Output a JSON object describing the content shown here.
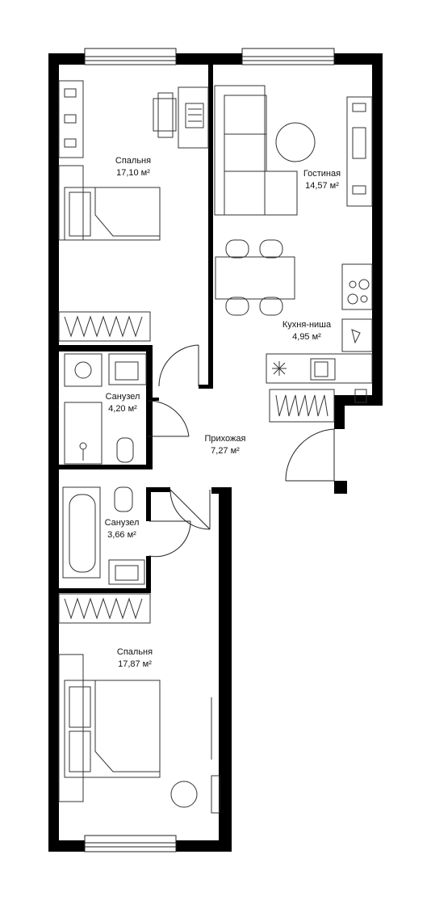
{
  "colors": {
    "wall": "#000000",
    "fixture": "#3a3a3a",
    "background": "#ffffff"
  },
  "rooms": [
    {
      "name": "Спальня",
      "area": "17,10 м²"
    },
    {
      "name": "Гостиная",
      "area": "14,57 м²"
    },
    {
      "name": "Кухня-ниша",
      "area": "4,95 м²"
    },
    {
      "name": "Санузел",
      "area": "4,20 м²"
    },
    {
      "name": "Прихожая",
      "area": "7,27 м²"
    },
    {
      "name": "Санузел",
      "area": "3,66 м²"
    },
    {
      "name": "Спальня",
      "area": "17,87 м²"
    }
  ],
  "icons": [
    "bed-icon",
    "sofa-icon",
    "dining-table-icon",
    "desk-icon",
    "armchair-icon",
    "wardrobe-icon",
    "bathtub-icon",
    "shower-icon",
    "toilet-icon",
    "sink-icon",
    "washing-machine-icon",
    "stove-icon",
    "fridge-icon",
    "radiator-icon",
    "door-swing-icon",
    "window-icon"
  ]
}
